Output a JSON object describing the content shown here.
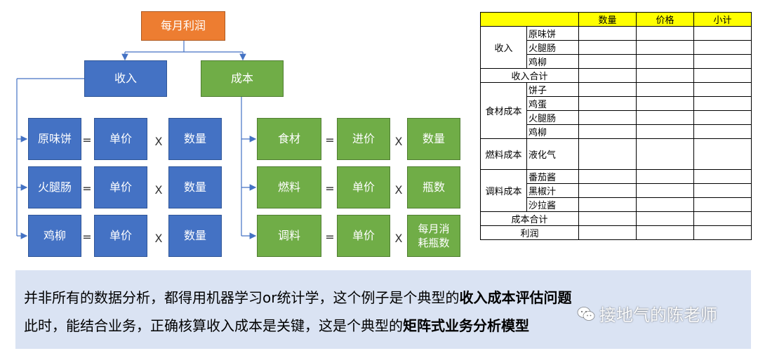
{
  "diagram": {
    "root": "每月利润",
    "income": {
      "label": "收入",
      "rows": [
        {
          "item": "原味饼",
          "eq": "=",
          "a": "单价",
          "x": "X",
          "b": "数量"
        },
        {
          "item": "火腿肠",
          "eq": "=",
          "a": "单价",
          "x": "X",
          "b": "数量"
        },
        {
          "item": "鸡柳",
          "eq": "=",
          "a": "单价",
          "x": "X",
          "b": "数量"
        }
      ]
    },
    "cost": {
      "label": "成本",
      "rows": [
        {
          "item": "食材",
          "eq": "=",
          "a": "进价",
          "x": "X",
          "b": "数量"
        },
        {
          "item": "燃料",
          "eq": "=",
          "a": "单价",
          "x": "X",
          "b": "瓶数"
        },
        {
          "item": "调料",
          "eq": "=",
          "a": "单价",
          "x": "X",
          "b": "每月消耗瓶数"
        }
      ]
    }
  },
  "table": {
    "headers": [
      "",
      "数量",
      "价格",
      "小计"
    ],
    "income_group": "收入",
    "income_items": [
      "原味饼",
      "火腿肠",
      "鸡柳"
    ],
    "income_total": "收入合计",
    "food_group": "食材成本",
    "food_items": [
      "饼子",
      "鸡蛋",
      "火腿肠",
      "鸡柳"
    ],
    "fuel_group": "燃料成本",
    "fuel_items": [
      "液化气"
    ],
    "sauce_group": "调料成本",
    "sauce_items": [
      "番茄酱",
      "黑椒汁",
      "沙拉酱"
    ],
    "cost_total": "成本合计",
    "profit": "利润"
  },
  "summary": {
    "line1_plain": "并非所有的数据分析，都得用机器学习or统计学，这个例子是个典型的",
    "line1_bold": "收入成本评估问题",
    "line2_plain": "此时，能结合业务，正确核算收入成本是关键，这是个典型的",
    "line2_bold": "矩阵式业务分析模型"
  },
  "watermark": {
    "icon": "wechat-icon",
    "text": "接地气的陈老师"
  },
  "colors": {
    "blue": "#4472c4",
    "green": "#70ad47",
    "orange": "#ed7d31",
    "header_yellow": "#ffff00",
    "summary_bg": "#dae3f3"
  }
}
